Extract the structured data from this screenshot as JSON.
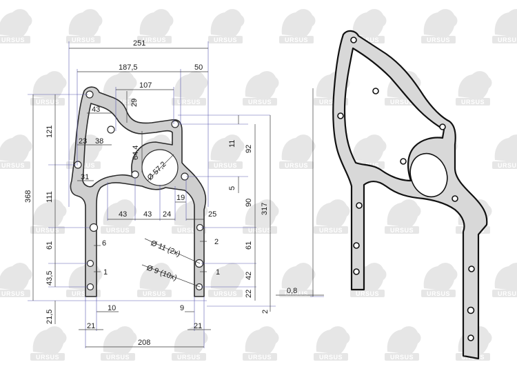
{
  "watermark": {
    "brand": "URSUS",
    "color": "#e6e6e6"
  },
  "colors": {
    "gasket_fill": "#cfcfcf",
    "outline": "#2a2a2a",
    "dimension_line": "#3a3a3a",
    "extension_line": "#5a5ab0"
  },
  "dimensions": {
    "d251": "251",
    "d187_5": "187,5",
    "d50": "50",
    "d107": "107",
    "d29": "29",
    "d43_top": "43",
    "d121": "121",
    "d23": "23",
    "d38": "38",
    "d64_4": "64,4",
    "d57_2": "Ø 57,2",
    "d31": "31",
    "d11": "11",
    "d92": "92",
    "d5": "5",
    "d368": "368",
    "d111": "111",
    "d19": "19",
    "d43_a": "43",
    "d43_b": "43",
    "d24": "24",
    "d25": "25",
    "d90": "90",
    "d317": "317",
    "d61_left": "61",
    "d6": "6",
    "d2": "2",
    "d61_right": "61",
    "d1_left": "1",
    "d1_right": "1",
    "d43_5": "43,5",
    "d42": "42",
    "d22": "22",
    "d0_8": "0,8",
    "d2_thick": "2",
    "d21_5": "21,5",
    "d10": "10",
    "d9": "9",
    "d21_left": "21",
    "d21_right": "21",
    "d208": "208",
    "hole11": "Ø 11 (2x)",
    "hole9": "Ø 9 (10x)"
  }
}
